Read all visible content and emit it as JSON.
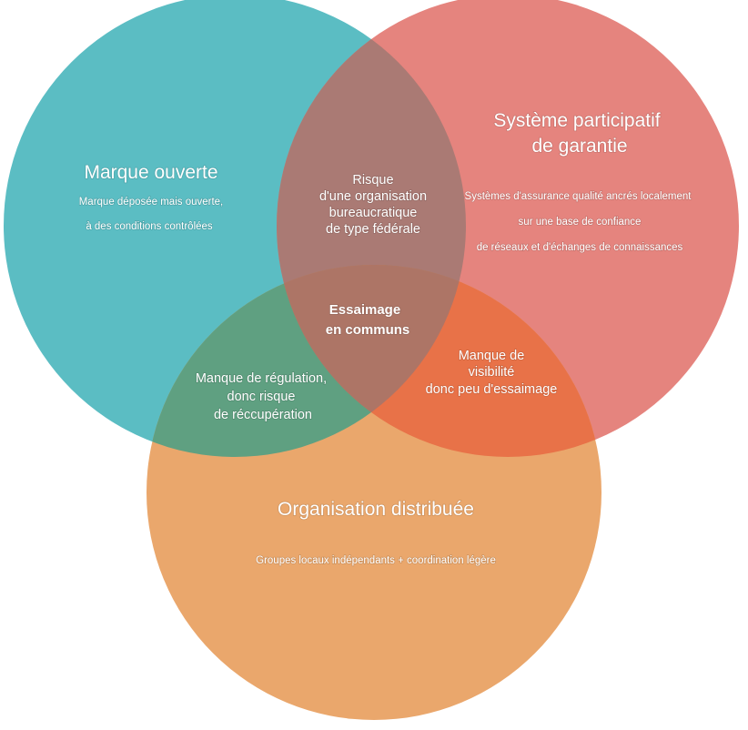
{
  "colors": {
    "teal": "#5bbdc3",
    "red": "#e5847e",
    "orange": "#eaa76c",
    "teal_red_overlap": "#aa7a74",
    "teal_orange_overlap": "#5fa081",
    "red_orange_overlap": "#e87248",
    "center_overlap": "#ad7566",
    "text": "#ffffff"
  },
  "circles": {
    "marque": {
      "title": "Marque ouverte",
      "desc_1": "Marque déposée mais ouverte,",
      "desc_2": "à des conditions contrôlées"
    },
    "spg": {
      "title_1": "Système participatif",
      "title_2": "de garantie",
      "desc_1": "Systèmes d'assurance qualité ancrés localement",
      "desc_2": "sur une base de confiance",
      "desc_3": "de réseaux et d'échanges de connaissances"
    },
    "orga": {
      "title": "Organisation distribuée",
      "desc_1": "Groupes locaux indépendants + coordination légère"
    }
  },
  "overlaps": {
    "marque_spg": [
      "Risque",
      "d'une organisation",
      "bureaucratique",
      "de type fédérale"
    ],
    "marque_orga": [
      "Manque de régulation,",
      "donc risque",
      "de réccupération"
    ],
    "spg_orga": [
      "Manque de",
      "visibilité",
      "donc peu d'essaimage"
    ],
    "center": [
      "Essaimage",
      "en communs"
    ]
  }
}
